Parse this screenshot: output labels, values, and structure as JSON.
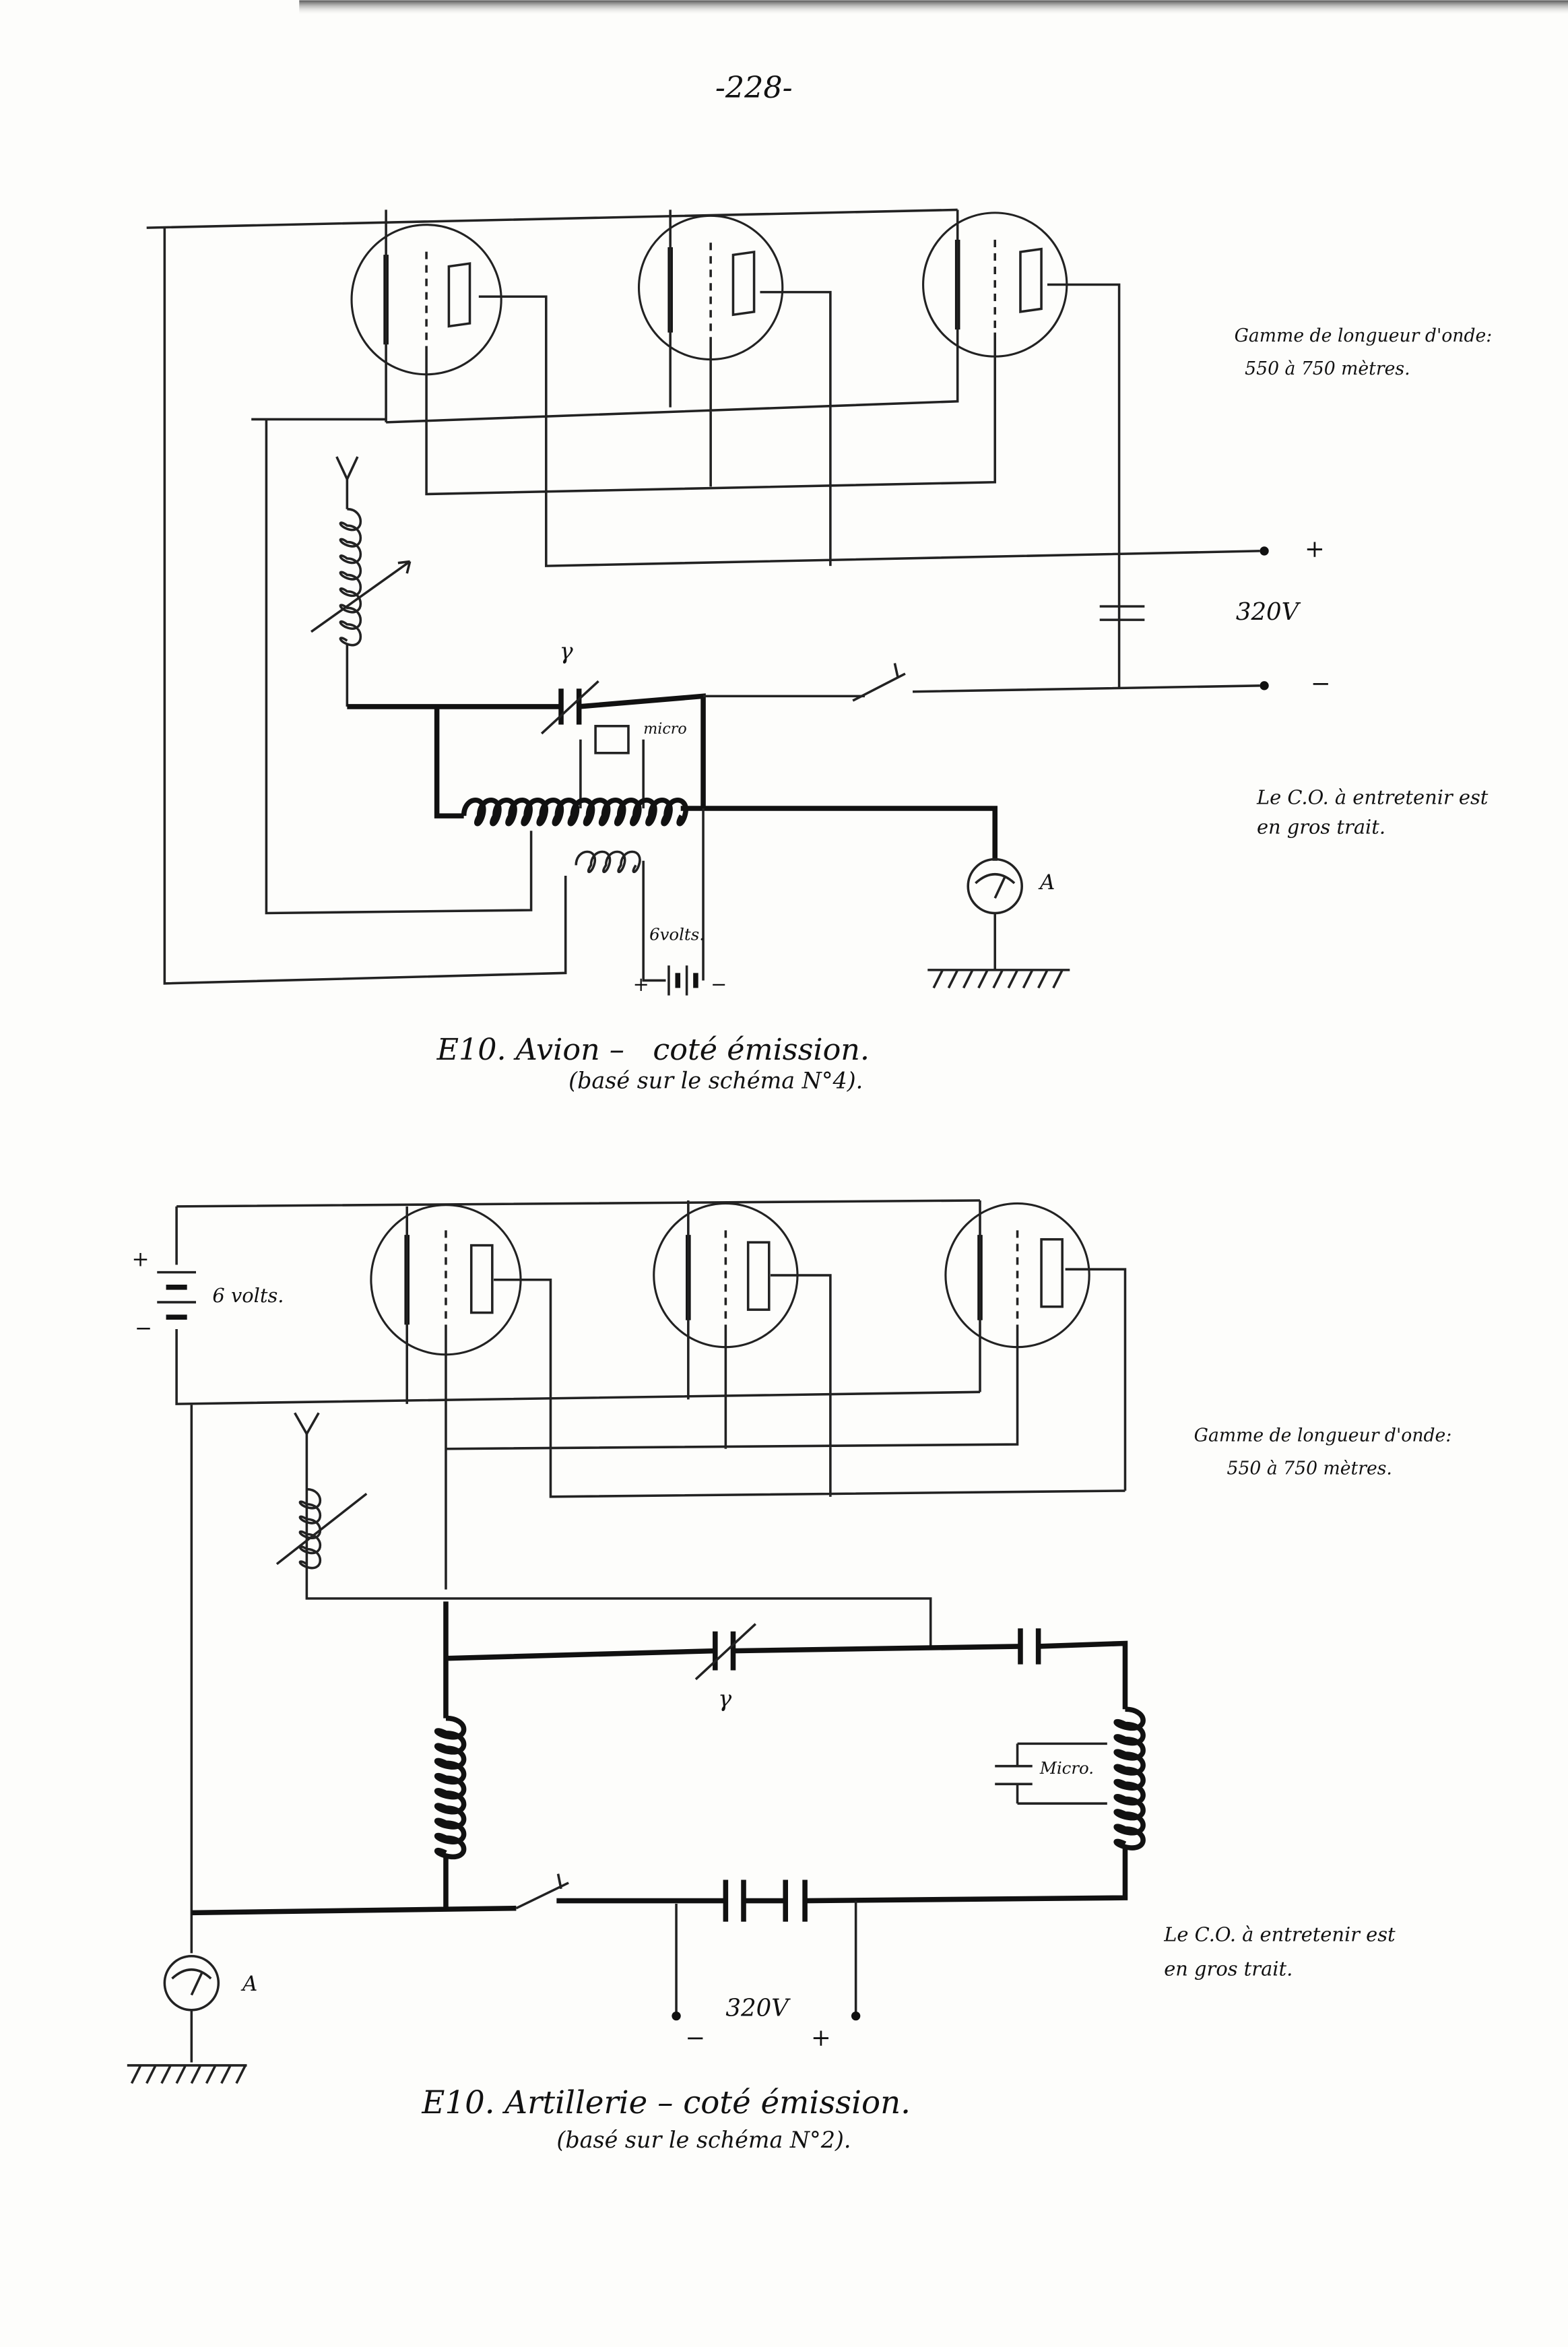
{
  "page_number": "-228-",
  "diagram_top": {
    "title": "E10. Avion –   coté émission.",
    "subtitle": "(basé sur le schéma N°4).",
    "range_line1": "Gamme de longueur d'onde:",
    "range_line2": "550 à 750 mètres.",
    "note_line1": "Le C.O. à entretenir est",
    "note_line2": "en gros trait.",
    "voltage": "320V",
    "plus": "+",
    "minus": "−",
    "gamma": "γ",
    "micro": "micro",
    "battery": "6volts.",
    "battery_plus": "+",
    "battery_minus": "−",
    "ammeter": "A"
  },
  "diagram_bottom": {
    "title": "E10. Artillerie – coté émission.",
    "subtitle": "(basé sur le schéma N°2).",
    "range_line1": "Gamme de longueur d'onde:",
    "range_line2": "550 à 750 mètres.",
    "note_line1": "Le C.O. à entretenir est",
    "note_line2": "en gros trait.",
    "voltage": "320V",
    "plus": "+",
    "minus": "−",
    "gamma": "γ",
    "micro": "Micro.",
    "battery": "6 volts.",
    "battery_plus": "+",
    "battery_minus": "−",
    "ammeter": "A"
  }
}
